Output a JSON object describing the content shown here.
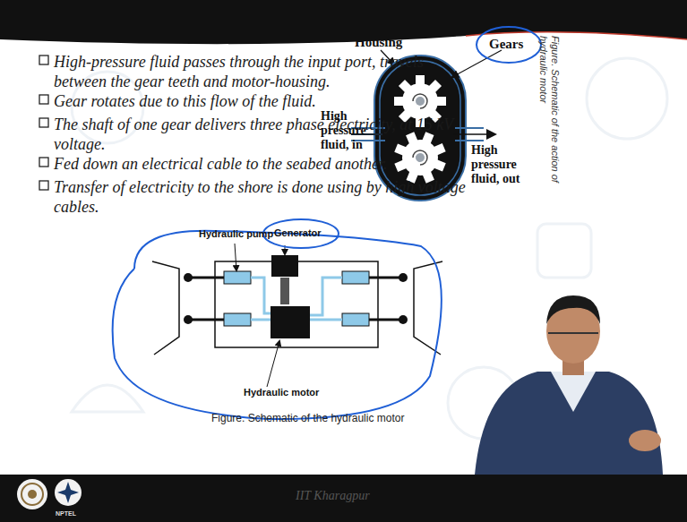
{
  "diagram": {
    "caption": "Figure. Schematic of the hydraulic motor",
    "labels": [
      "High-pressure fluid passes through the input port, travels between the gear teeth and motor-housing.",
      "Gear rotates due to this flow of the fluid.",
      "The shaft of one gear delivers three phase electricity, at 15 kV voltage.",
      "Fed down an electrical cable to the seabed another.",
      "Transfer of electricity to the shore is done using by high voltage cables.",
      "Housing",
      "Gears",
      "High pressure fluid, in",
      "High pressure fluid, out",
      "Figure. Schematic of the action of hydraulic motor",
      "Hydraulic pump",
      "Generator",
      "Hydraulic motor",
      "IIT Kharagpur",
      "NPTEL"
    ]
  }
}
